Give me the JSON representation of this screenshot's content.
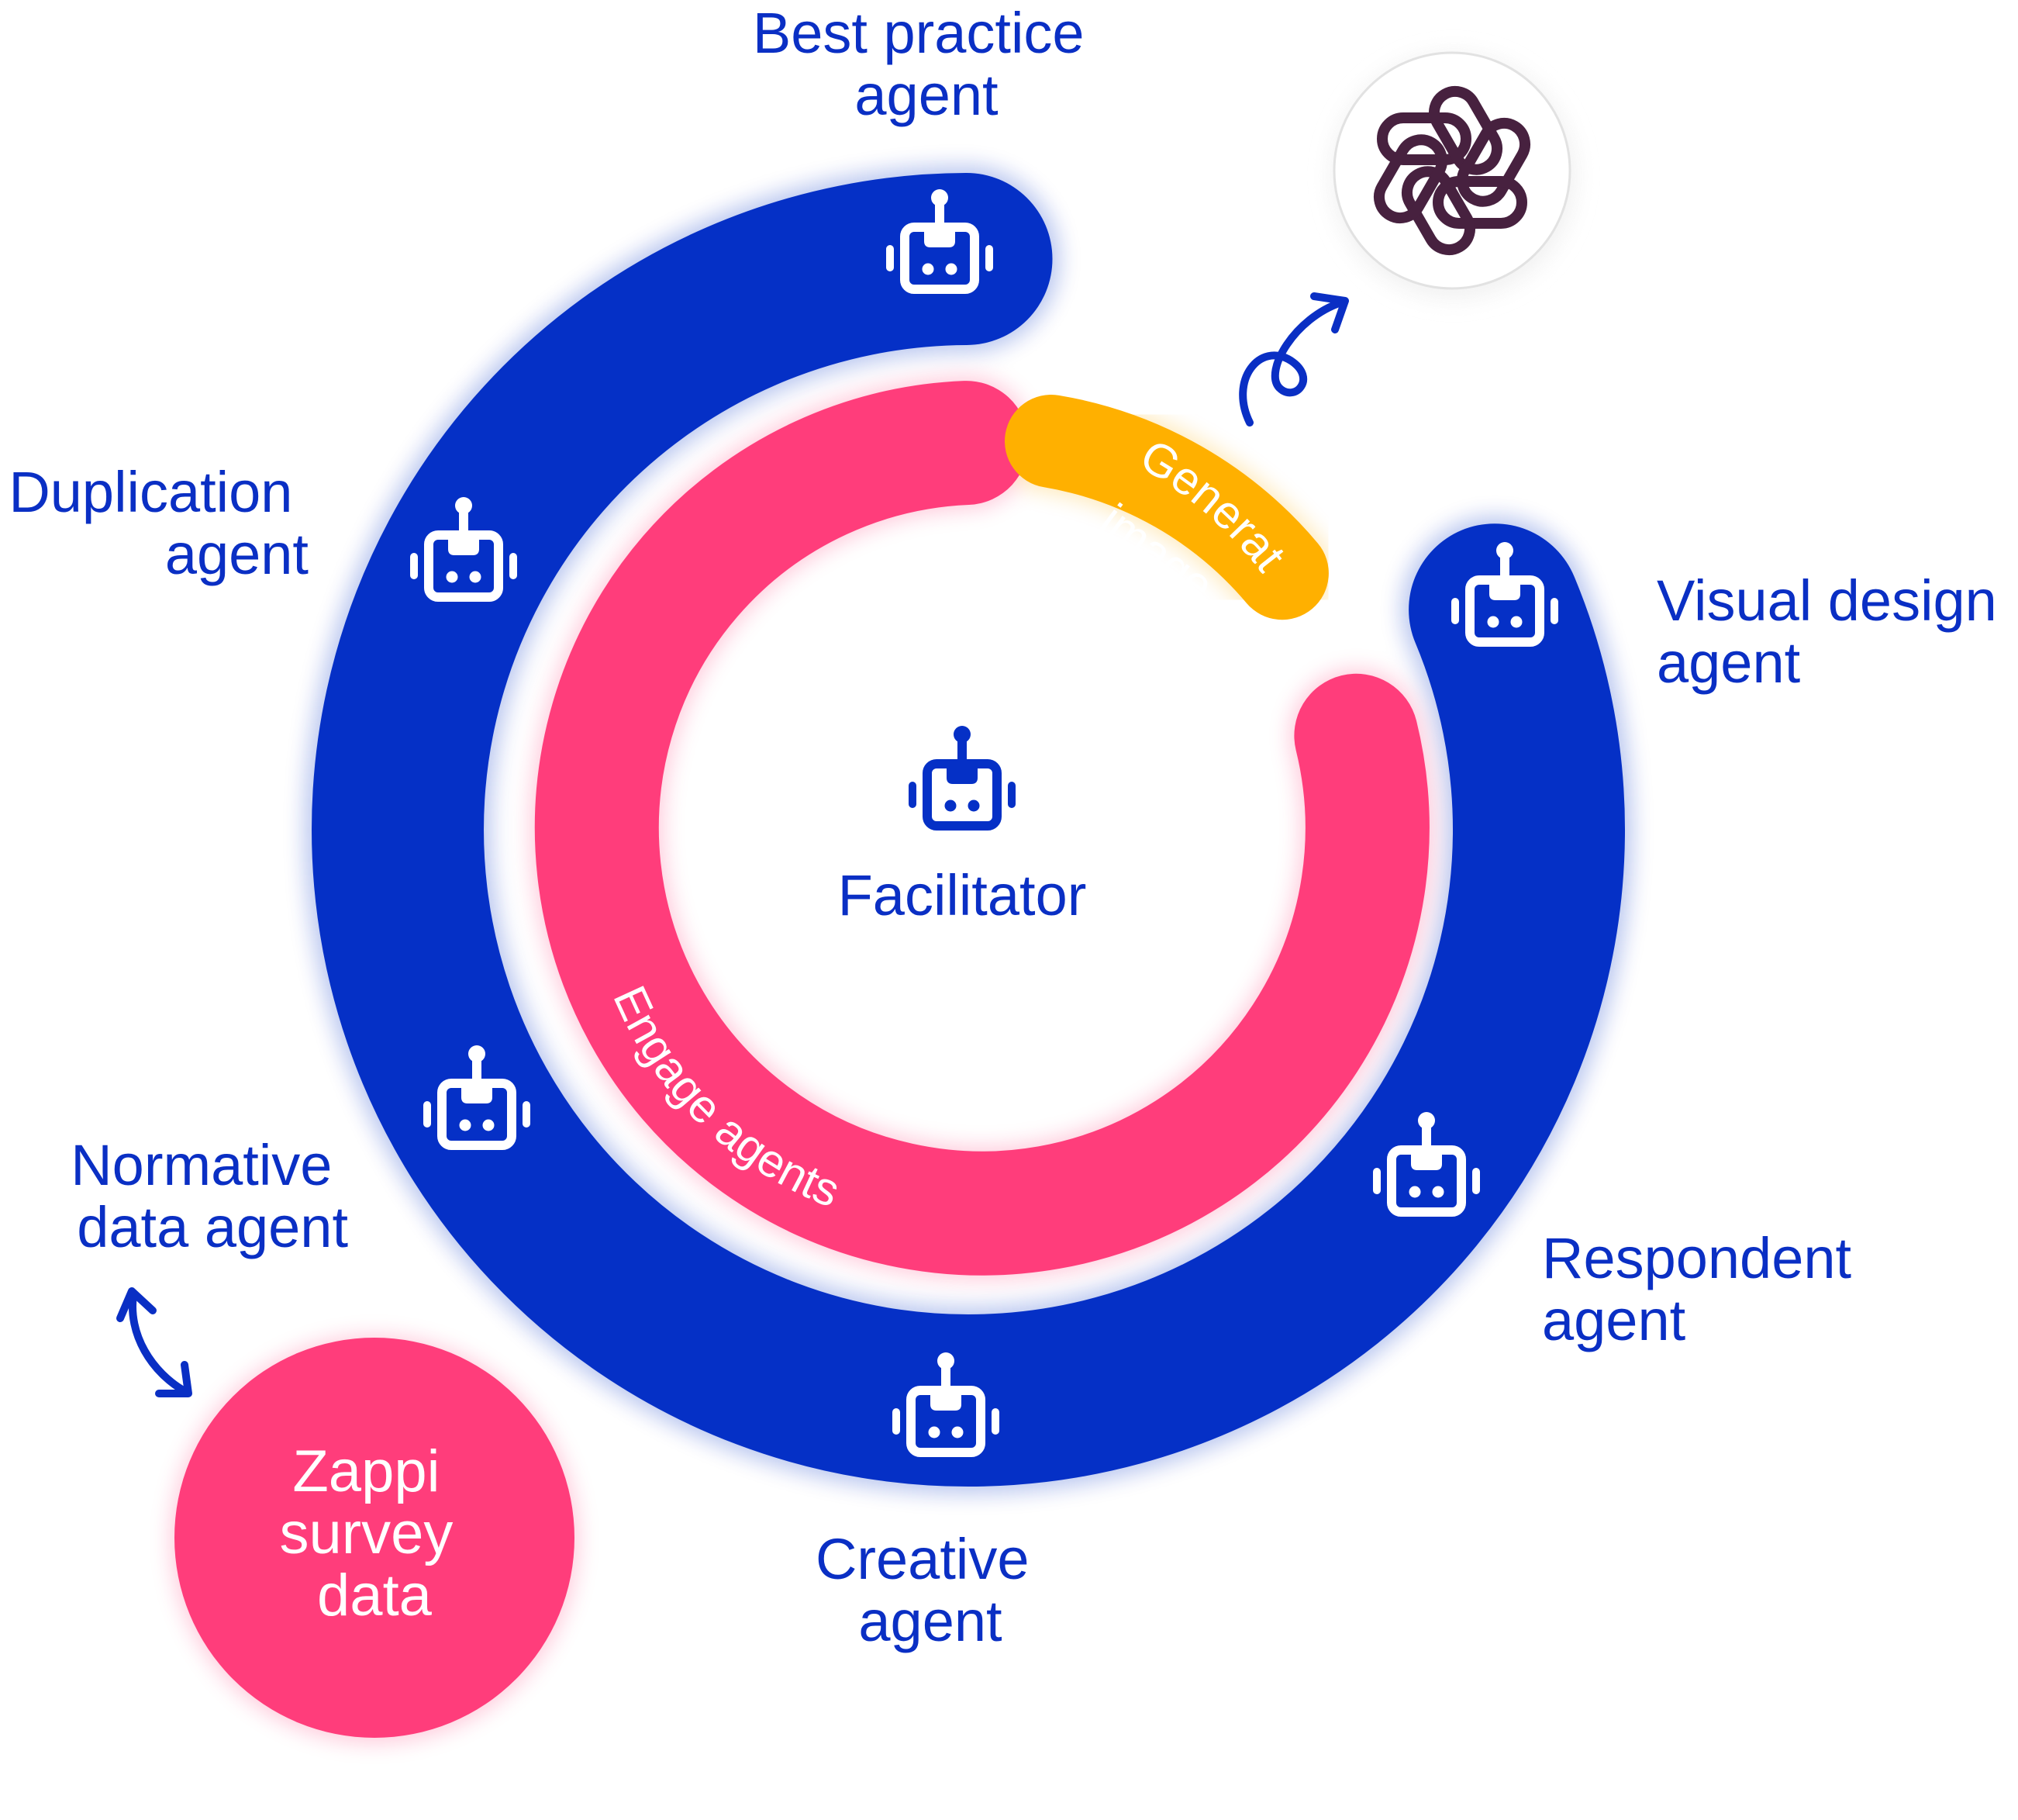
{
  "colors": {
    "outer_ring": "#0530c6",
    "inner_ring": "#ff3d7b",
    "generate_arc": "#ffb000",
    "label_text": "#0a2fc4",
    "logo_stroke": "#47213f"
  },
  "center": {
    "label": "Facilitator",
    "icon": "robot-icon"
  },
  "arcs": {
    "engage": "Engage agents",
    "generate_line1": "Generate",
    "generate_line2": "image"
  },
  "agents": [
    {
      "id": "best-practice",
      "line1": "Best practice",
      "line2": "agent",
      "icon": "robot-icon"
    },
    {
      "id": "duplication",
      "line1": "Duplication",
      "line2": "agent",
      "icon": "robot-icon"
    },
    {
      "id": "visual-design",
      "line1": "Visual design",
      "line2": "agent",
      "icon": "robot-icon"
    },
    {
      "id": "normative-data",
      "line1": "Normative",
      "line2": "data agent",
      "icon": "robot-icon"
    },
    {
      "id": "respondent",
      "line1": "Respondent",
      "line2": "agent",
      "icon": "robot-icon"
    },
    {
      "id": "creative",
      "line1": "Creative",
      "line2": "agent",
      "icon": "robot-icon"
    }
  ],
  "data_source": {
    "line1": "Zappi",
    "line2": "survey",
    "line3": "data"
  },
  "external": {
    "logo_icon": "openai-logo-icon"
  },
  "arrows": {
    "to_logo": "curved-arrow-icon",
    "normative_exchange": "double-arrow-icon"
  }
}
